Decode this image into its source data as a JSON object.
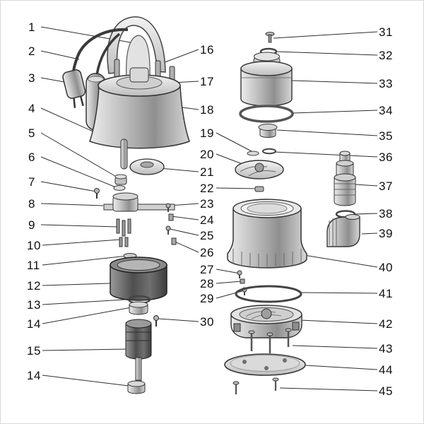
{
  "figure": {
    "callouts": {
      "left": [
        "1",
        "2",
        "3",
        "4",
        "5",
        "6",
        "7",
        "8",
        "9",
        "10",
        "11",
        "12",
        "13",
        "14",
        "15",
        "14"
      ],
      "middle": [
        "16",
        "17",
        "18",
        "19",
        "20",
        "21",
        "22",
        "23",
        "24",
        "25",
        "26",
        "27",
        "28",
        "29",
        "30"
      ],
      "right": [
        "31",
        "32",
        "33",
        "34",
        "35",
        "36",
        "37",
        "38",
        "39",
        "40",
        "41",
        "42",
        "43",
        "44",
        "45"
      ]
    }
  }
}
